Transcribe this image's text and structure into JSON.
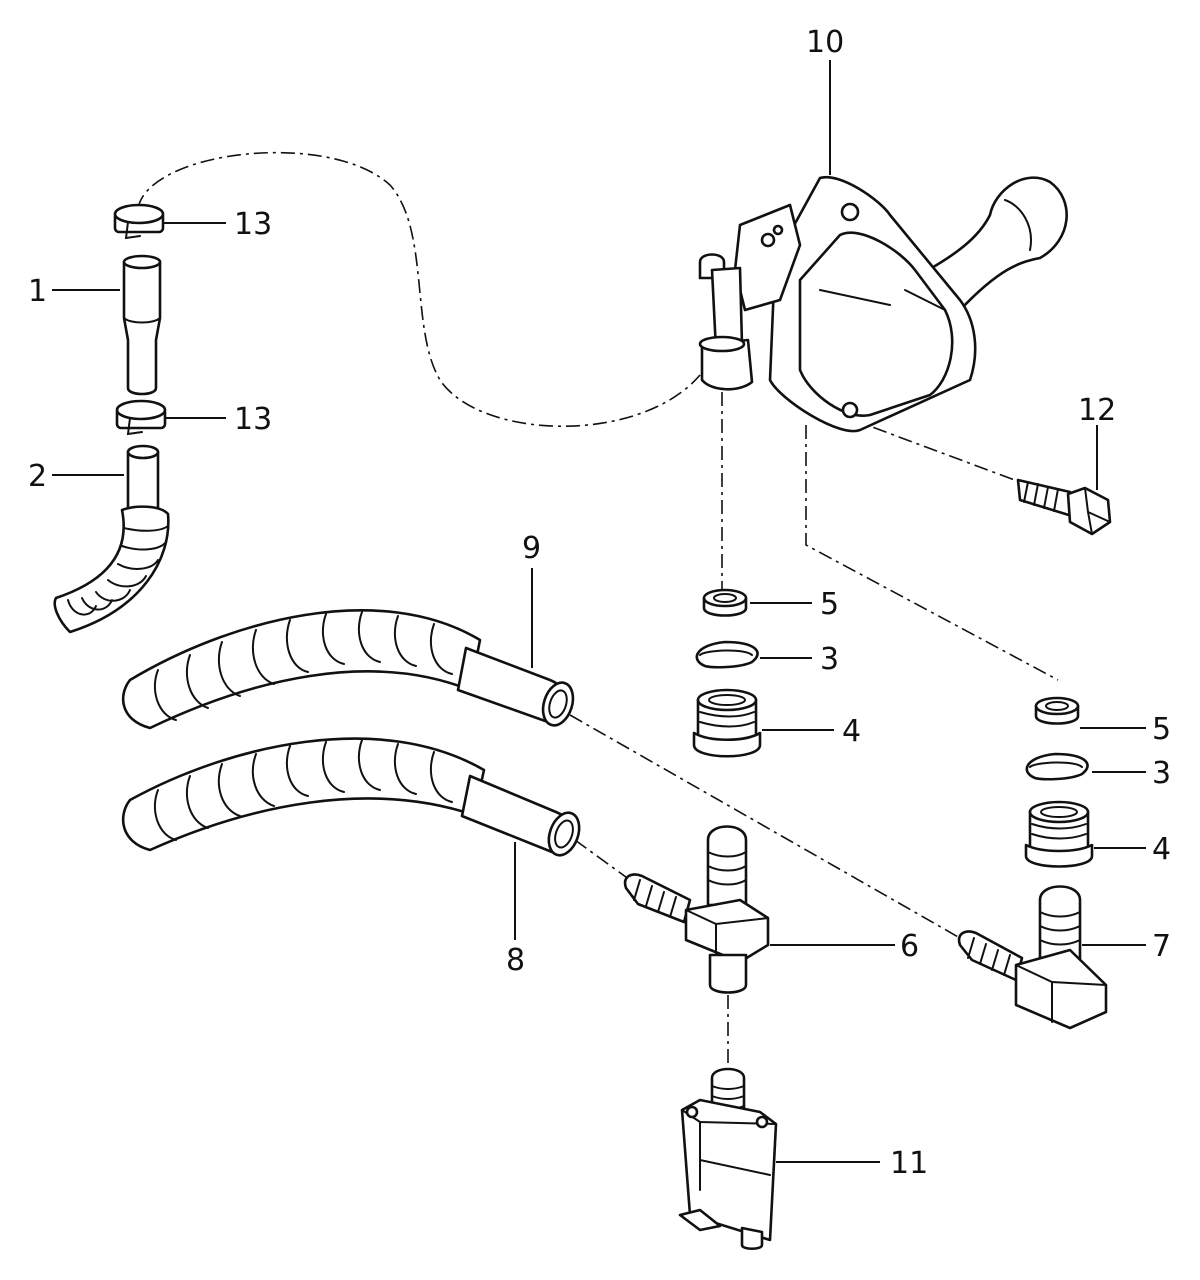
{
  "callouts": {
    "c1": "1",
    "c2": "2",
    "c3a": "3",
    "c3b": "3",
    "c4a": "4",
    "c4b": "4",
    "c5a": "5",
    "c5b": "5",
    "c6": "6",
    "c7": "7",
    "c8": "8",
    "c9": "9",
    "c10": "10",
    "c11": "11",
    "c12": "12",
    "c13a": "13",
    "c13b": "13"
  },
  "colors": {
    "line": "#111111",
    "background": "#ffffff"
  }
}
